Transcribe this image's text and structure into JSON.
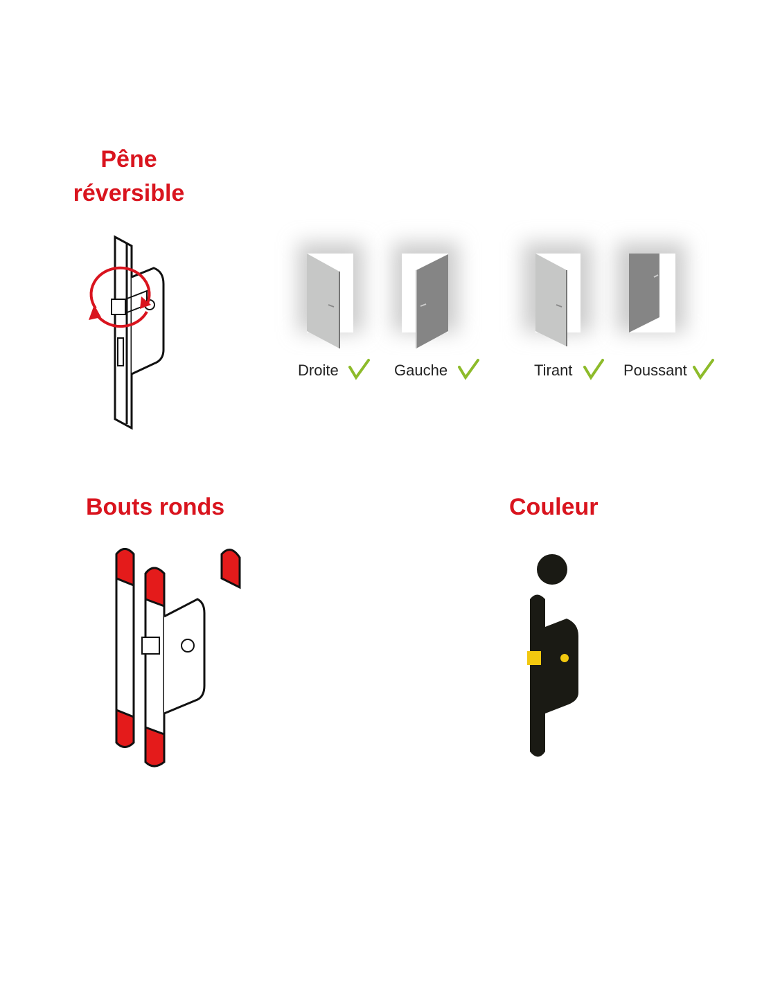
{
  "sections": {
    "reversible": {
      "title_line1": "Pêne",
      "title_line2": "réversible"
    },
    "round_ends": {
      "title": "Bouts ronds"
    },
    "color": {
      "title": "Couleur"
    }
  },
  "door_options": [
    {
      "label": "Droite",
      "icon": "check-icon"
    },
    {
      "label": "Gauche",
      "icon": "check-icon"
    },
    {
      "label": "Tirant",
      "icon": "check-icon"
    },
    {
      "label": "Poussant",
      "icon": "check-icon"
    }
  ],
  "colors": {
    "accent": "#d9141e",
    "check": "#8dbb2a",
    "door_light": "#c6c7c6",
    "door_dark": "#858585",
    "lock_black": "#1a1a14",
    "latch_yellow": "#f2c80f"
  }
}
